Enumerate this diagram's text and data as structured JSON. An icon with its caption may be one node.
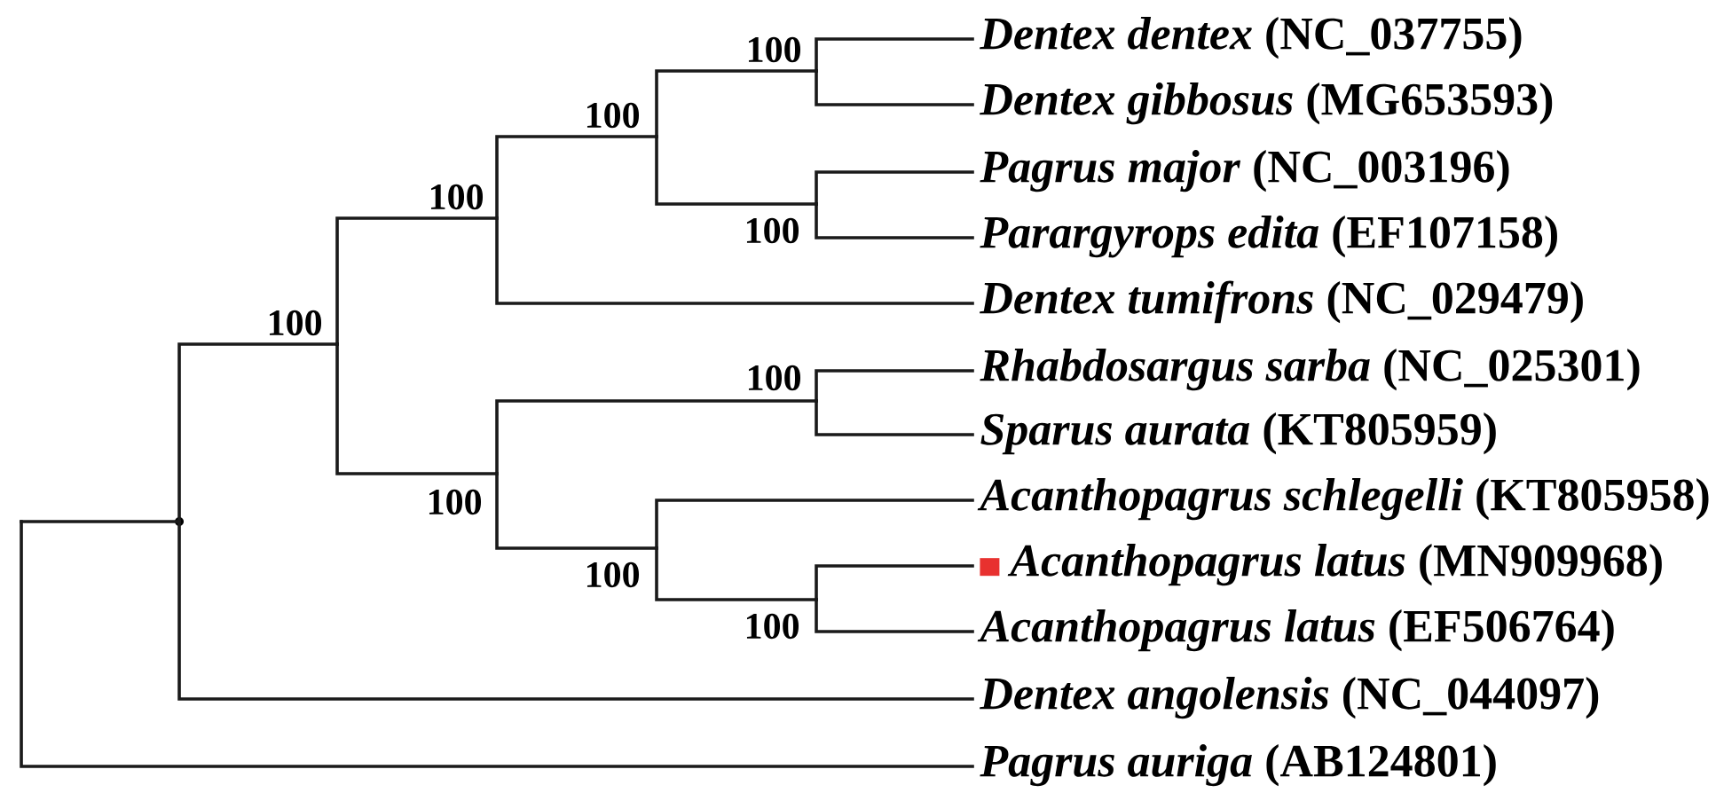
{
  "diagram": {
    "nodes": [
      {
        "text": [
          "*Dentex dentex* (NC_037755)"
        ]
      },
      {
        "text": [
          "*Dentex gibbosus* (MG653593)"
        ]
      },
      {
        "text": [
          "*Pagrus major* (NC_003196)"
        ]
      },
      {
        "text": [
          "*Parargyrops edita* (EF107158)"
        ]
      },
      {
        "text": [
          "*Dentex tumifrons* (NC_029479)"
        ]
      },
      {
        "text": [
          "*Rhabdosargus sarba* (NC_025301)"
        ]
      },
      {
        "text": [
          "*Sparus aurata* (KT805959)"
        ]
      },
      {
        "text": [
          "*Acanthopagrus schlegelli* (KT805958)"
        ]
      },
      {
        "text": [
          "*Acanthopagrus latus* (MN909968)"
        ]
      },
      {
        "text": [
          "*Acanthopagrus latus* (EF506764)"
        ]
      },
      {
        "text": [
          "*Dentex angolensis* (NC_044097)"
        ]
      },
      {
        "text": [
          "*Pagrus auriga* (AB124801)"
        ]
      },
      {
        "text": [
          "100"
        ]
      },
      {
        "text": [
          "100"
        ]
      },
      {
        "text": [
          "100"
        ]
      },
      {
        "text": [
          "100"
        ]
      },
      {
        "text": [
          "100"
        ]
      },
      {
        "text": [
          "100"
        ]
      },
      {
        "text": [
          "100"
        ]
      },
      {
        "text": [
          "100"
        ]
      },
      {
        "text": [
          "100"
        ]
      },
      {
        "text": [],
        "shape": "point"
      }
    ],
    "edges": [
      {
        "from": 12,
        "to": 0,
        "arrow": "none"
      },
      {
        "from": 12,
        "to": 1,
        "arrow": "none"
      },
      {
        "from": 15,
        "to": 2,
        "arrow": "none"
      },
      {
        "from": 15,
        "to": 3,
        "arrow": "none"
      },
      {
        "from": 13,
        "to": 12,
        "arrow": "none"
      },
      {
        "from": 13,
        "to": 15,
        "arrow": "none"
      },
      {
        "from": 14,
        "to": 13,
        "arrow": "none"
      },
      {
        "from": 14,
        "to": 4,
        "arrow": "none"
      },
      {
        "from": 17,
        "to": 5,
        "arrow": "none"
      },
      {
        "from": 17,
        "to": 6,
        "arrow": "none"
      },
      {
        "from": 20,
        "to": 8,
        "arrow": "none"
      },
      {
        "from": 20,
        "to": 9,
        "arrow": "none"
      },
      {
        "from": 19,
        "to": 7,
        "arrow": "none"
      },
      {
        "from": 19,
        "to": 20,
        "arrow": "none"
      },
      {
        "from": 18,
        "to": 17,
        "arrow": "none"
      },
      {
        "from": 18,
        "to": 19,
        "arrow": "none"
      },
      {
        "from": 16,
        "to": 14,
        "arrow": "none"
      },
      {
        "from": 16,
        "to": 18,
        "arrow": "none"
      },
      {
        "from": 21,
        "to": 16,
        "arrow": "none"
      },
      {
        "from": 21,
        "to": 10,
        "arrow": "none"
      },
      {
        "from": null,
        "to": 21,
        "arrow": "none"
      },
      {
        "from": null,
        "to": 11,
        "arrow": "none"
      }
    ]
  }
}
